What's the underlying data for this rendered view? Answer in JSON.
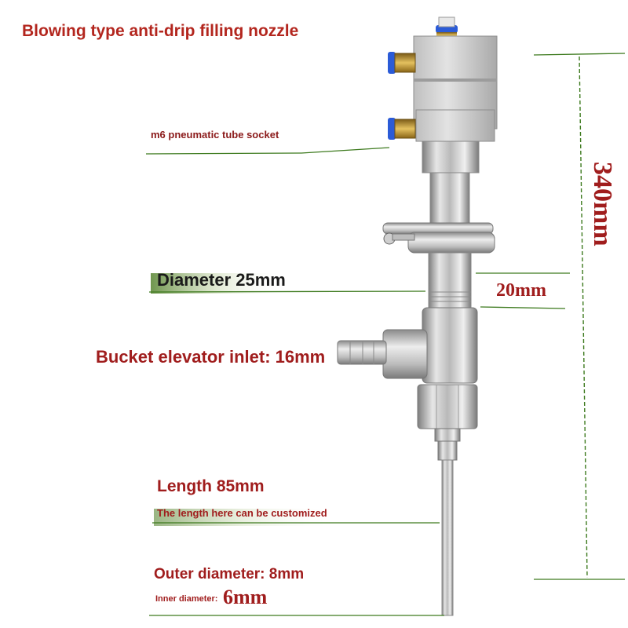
{
  "title": "Blowing type anti-drip filling nozzle",
  "labels": {
    "socket": "m6 pneumatic tube socket",
    "diameter": "Diameter 25mm",
    "dim_20": "20mm",
    "inlet": "Bucket elevator inlet: 16mm",
    "length": "Length 85mm",
    "customizable": "The length here can be customized",
    "outer_diameter": "Outer diameter: 8mm",
    "inner_diameter_label": "Inner diameter:",
    "inner_diameter_value": "6mm",
    "total_height": "340mm"
  },
  "colors": {
    "label_red": "#a01d1d",
    "line_green": "#3d7a1e",
    "metal": "#c8c8c8",
    "brass": "#c9a24a",
    "fitting_blue": "#2b5bd7"
  }
}
